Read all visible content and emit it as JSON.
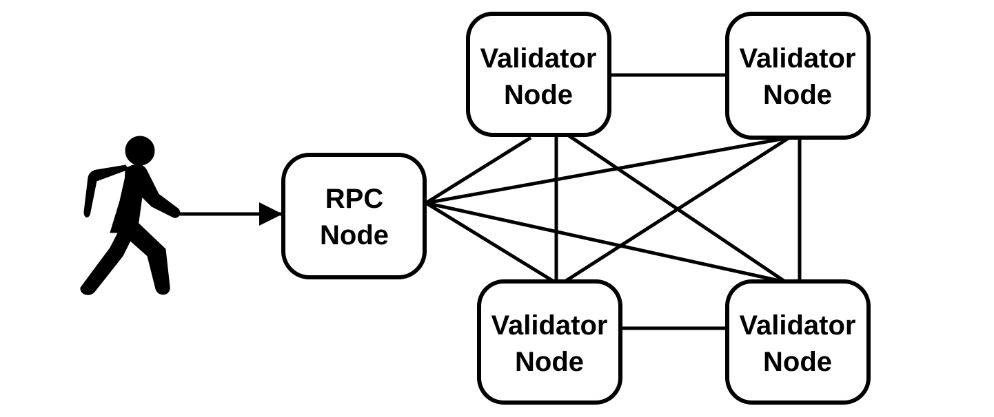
{
  "nodes": {
    "rpc": {
      "line1": "RPC",
      "line2": "Node"
    },
    "validator_top_left": {
      "line1": "Validator",
      "line2": "Node"
    },
    "validator_top_right": {
      "line1": "Validator",
      "line2": "Node"
    },
    "validator_bottom_left": {
      "line1": "Validator",
      "line2": "Node"
    },
    "validator_bottom_right": {
      "line1": "Validator",
      "line2": "Node"
    }
  },
  "icons": {
    "user": "person-walking-icon"
  },
  "colors": {
    "stroke": "#000000",
    "background": "#ffffff"
  }
}
